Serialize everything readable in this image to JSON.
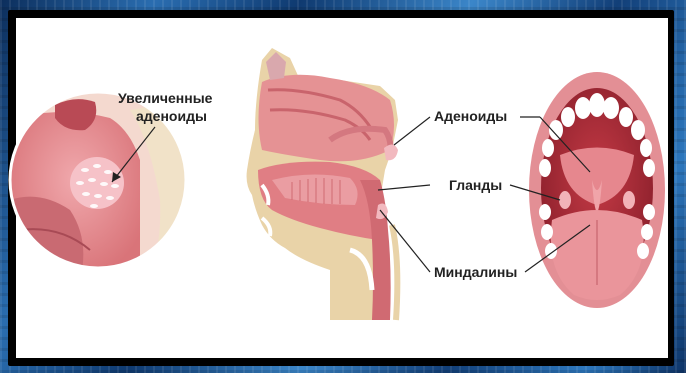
{
  "labels": {
    "enlarged_line1": "Увеличенные",
    "enlarged_line2": "аденоиды",
    "adenoids": "Аденоиды",
    "glands": "Гланды",
    "tonsils": "Миндалины"
  },
  "colors": {
    "frame_blue": "#1f5f9e",
    "tissue_pink": "#e08a8c",
    "tissue_dark": "#c95f66",
    "bone_beige": "#e9d3a8",
    "adenoid_pink": "#f3b9c0",
    "mouth_dark": "#9e2b36",
    "tongue": "#e98f95",
    "teeth": "#ffffff"
  },
  "icons": [
    "pointer-arrow",
    "leader-line"
  ]
}
